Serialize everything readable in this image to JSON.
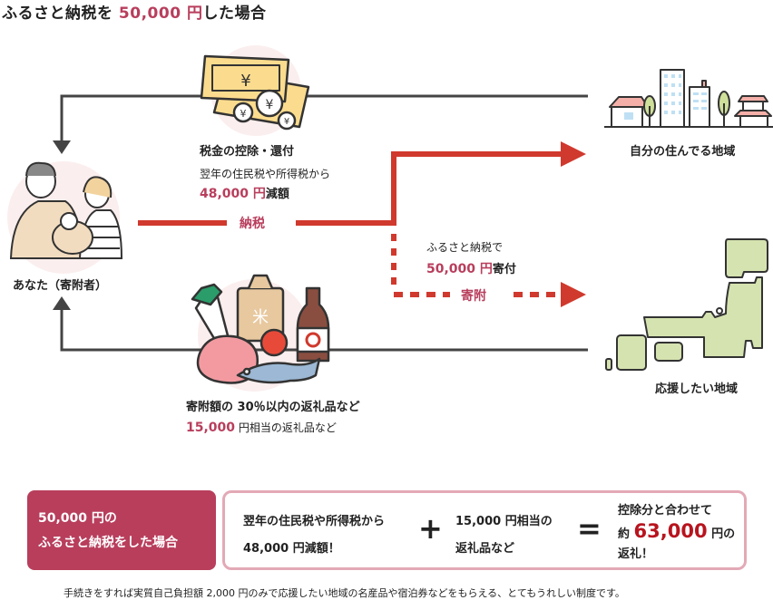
{
  "title": {
    "prefix": "ふるさと納税を ",
    "amount": "50,000 円",
    "suffix": "した場合"
  },
  "colors": {
    "accent": "#b83e5c",
    "arrow_red": "#d0392d",
    "line_dark": "#444444",
    "box_border": "#e3a9b6",
    "highlight": "#b8141e"
  },
  "nodes": {
    "donor": {
      "label": "あなた（寄附者）",
      "icon": "family-illustration"
    },
    "home_region": {
      "label": "自分の住んでる地域",
      "icon": "cityscape-illustration"
    },
    "support_region": {
      "label": "応援したい地域",
      "icon": "japan-map-illustration"
    }
  },
  "flows": {
    "tax": {
      "label": "納税"
    },
    "donation": {
      "label": "寄附",
      "caption": "ふるさと納税で",
      "amount": "50,000 円",
      "amount_suffix": "寄付"
    },
    "deduction": {
      "icon": "money-illustration",
      "heading": "税金の控除・還付",
      "caption": "翌年の住民税や所得税から",
      "amount": "48,000 円",
      "amount_suffix": "減額"
    },
    "gift": {
      "icon": "local-products-illustration",
      "heading": "寄附額の 30％以内の返礼品など",
      "amount": "15,000",
      "amount_suffix": " 円相当の返礼品など"
    }
  },
  "summary": {
    "left_line1": "50,000 円の",
    "left_line2": "ふるさと納税をした場合",
    "a_line1": "翌年の住民税や所得税から",
    "a_line2": "48,000 円減額！",
    "plus": "+",
    "b_line1": "15,000 円相当の",
    "b_line2": "返礼品など",
    "equals": "=",
    "c_line1": "控除分と合わせて",
    "c_prefix": "約 ",
    "c_amount": "63,000",
    "c_suffix": " 円の",
    "c_line3": "返礼！"
  },
  "footer": "手続きをすれば実質自己負担額 2,000 円のみで応援したい地域の名産品や宿泊券などをもらえる、とてもうれしい制度です。"
}
